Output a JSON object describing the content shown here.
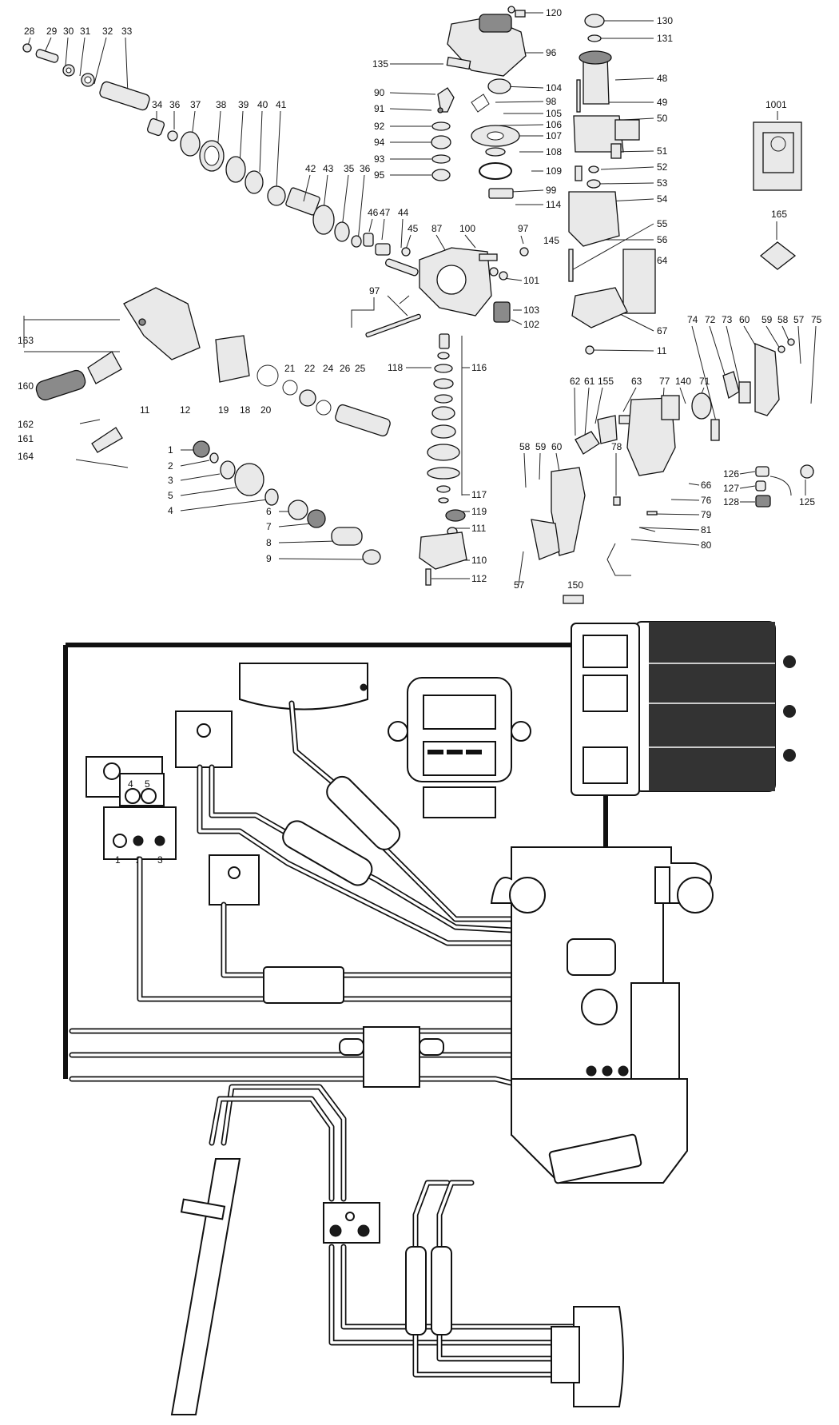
{
  "callouts": {
    "row_top_left": [
      "28",
      "29",
      "30",
      "31",
      "32",
      "33"
    ],
    "row_mid_left": [
      "34",
      "36",
      "37",
      "38",
      "39",
      "40",
      "41"
    ],
    "row_spindle": [
      "42",
      "43",
      "35",
      "36"
    ],
    "row_pins": [
      "46",
      "47",
      "44",
      "45"
    ],
    "cover_col": [
      "120",
      "96",
      "135",
      "104",
      "98",
      "105",
      "106",
      "107",
      "108",
      "109",
      "99",
      "114"
    ],
    "gear_col_left": [
      "90",
      "91",
      "92",
      "94",
      "93",
      "95"
    ],
    "gear_col_mid": [
      "87",
      "100",
      "97",
      "101",
      "103",
      "102"
    ],
    "motor_col": [
      "130",
      "131",
      "48",
      "49",
      "50",
      "51",
      "52",
      "53",
      "54",
      "55",
      "56",
      "64",
      "67",
      "11",
      "145"
    ],
    "kit": [
      "1001",
      "165"
    ],
    "handle_right": [
      "74",
      "72",
      "73",
      "60",
      "59",
      "58",
      "57",
      "75"
    ],
    "aux_handle": [
      "163",
      "160",
      "162",
      "161",
      "164",
      "11",
      "12",
      "19",
      "18",
      "20",
      "21",
      "22",
      "24",
      "26",
      "25"
    ],
    "chuck_parts": [
      "1",
      "2",
      "3",
      "5",
      "4",
      "6",
      "7",
      "8",
      "9"
    ],
    "rod_97": "97",
    "stack": [
      "118",
      "116",
      "117",
      "119",
      "111",
      "110",
      "112"
    ],
    "rear_handle": [
      "62",
      "61",
      "155",
      "63",
      "77",
      "140",
      "71",
      "58",
      "59",
      "60",
      "78",
      "66",
      "76",
      "79",
      "81",
      "80",
      "57",
      "150"
    ],
    "cable_parts": [
      "126",
      "127",
      "128",
      "125"
    ]
  },
  "wiring": {
    "connector_numbers": [
      "4",
      "5",
      "1",
      "2",
      "3"
    ]
  }
}
